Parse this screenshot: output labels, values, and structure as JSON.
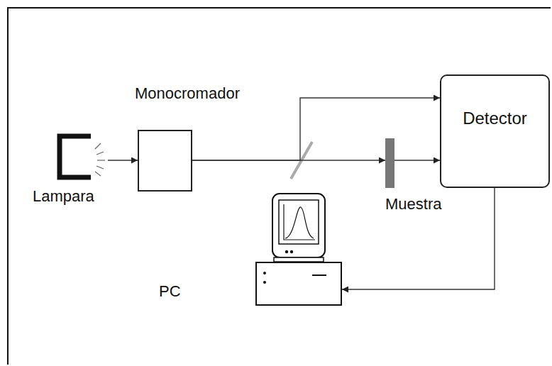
{
  "diagram": {
    "nodes": [
      {
        "text": [
          "Lampara"
        ]
      },
      {
        "text": [
          "Monocromador"
        ]
      },
      {
        "text": [
          "Muestra"
        ]
      },
      {
        "text": [
          "Detector"
        ]
      },
      {
        "text": [
          "PC"
        ]
      }
    ],
    "edges": [
      {
        "from": 0,
        "to": 1,
        "arrow": "to"
      },
      {
        "from": 1,
        "to": 2,
        "arrow": "to"
      },
      {
        "from": 2,
        "to": 3,
        "arrow": "to"
      },
      {
        "from": 1,
        "to": 3,
        "arrow": "to"
      },
      {
        "from": 3,
        "to": 4,
        "arrow": "to"
      }
    ]
  }
}
